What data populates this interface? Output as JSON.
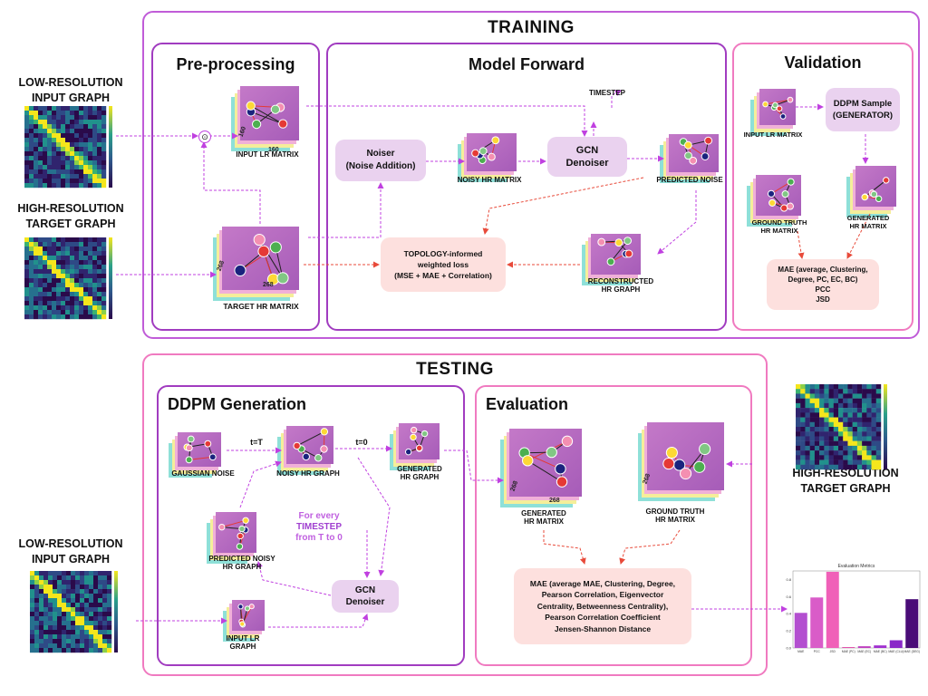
{
  "titles": {
    "training": "TRAINING",
    "testing": "TESTING",
    "preprocessing": "Pre-processing",
    "model_forward": "Model Forward",
    "validation": "Validation",
    "ddpm_generation": "DDPM Generation",
    "evaluation": "Evaluation"
  },
  "side_labels": {
    "lr_input_top": [
      "LOW-RESOLUTION",
      "INPUT GRAPH"
    ],
    "hr_target_top": [
      "HIGH-RESOLUTION",
      "TARGET GRAPH"
    ],
    "lr_input_bottom": [
      "LOW-RESOLUTION",
      "INPUT GRAPH"
    ],
    "hr_target_right": [
      "HIGH-RESOLUTION",
      "TARGET GRAPH"
    ]
  },
  "preprocessing": {
    "input_lr_matrix": "INPUT LR MATRIX",
    "target_hr_matrix": "TARGET HR MATRIX",
    "lr_dim": "160",
    "hr_dim": "268",
    "dot_operator": "⊙"
  },
  "model_forward": {
    "timestep": "TIMESTEP",
    "noiser": [
      "Noiser",
      "(Noise Addition)"
    ],
    "gcn_denoiser": [
      "GCN",
      "Denoiser"
    ],
    "noisy_hr_matrix": "NOISY HR MATRIX",
    "predicted_noise": "PREDICTED NOISE",
    "reconstructed_hr_graph": [
      "RECONSTRUCTED",
      "HR GRAPH"
    ],
    "loss": [
      "TOPOLOGY-informed",
      "weighted loss",
      "(MSE + MAE + Correlation)"
    ]
  },
  "validation": {
    "input_lr_matrix": "INPUT LR MATRIX",
    "ddpm_sample": [
      "DDPM Sample",
      "(GENERATOR)"
    ],
    "ground_truth": [
      "GROUND TRUTH",
      "HR MATRIX"
    ],
    "generated": [
      "GENERATED",
      "HR MATRIX"
    ],
    "metrics": [
      "MAE (average, Clustering,",
      "Degree, PC, EC, BC)",
      "PCC",
      "JSD"
    ]
  },
  "ddpm_generation": {
    "gaussian_noise": "GAUSSIAN NOISE",
    "t_T": "t=T",
    "noisy_hr_graph": "NOISY HR GRAPH",
    "t_0": "t=0",
    "generated_hr_graph": [
      "GENERATED",
      "HR GRAPH"
    ],
    "predicted_noisy": [
      "PREDICTED NOISY",
      "HR GRAPH"
    ],
    "loop_note": [
      "For every",
      "TIMESTEP",
      "from T to 0"
    ],
    "gcn_denoiser": [
      "GCN",
      "Denoiser"
    ],
    "input_lr_graph": [
      "INPUT LR",
      "GRAPH"
    ]
  },
  "evaluation": {
    "generated": [
      "GENERATED",
      "HR MATRIX"
    ],
    "ground_truth": [
      "GROUND TRUTH",
      "HR MATRIX"
    ],
    "hr_dim": "268",
    "metrics": [
      "MAE (average MAE, Clustering, Degree,",
      "Pearson Correlation, Eigenvector",
      "Centrality, Betweenness Centrality),",
      "Pearson Correlation Coefficient",
      "Jensen-Shannon Distance"
    ]
  },
  "chart_data": {
    "type": "bar",
    "title": "Evaluation Metrics",
    "categories": [
      "MAE",
      "PCC",
      "JSD",
      "MAE (PC)",
      "MAE (EC)",
      "MAE (BC)",
      "MAE (CLU)",
      "MAE (DEG)"
    ],
    "values": [
      0.41,
      0.59,
      0.89,
      0.01,
      0.02,
      0.03,
      0.09,
      0.57
    ],
    "colors": [
      "#b34fd0",
      "#d95cc8",
      "#f060b8",
      "#e04aa8",
      "#c040c0",
      "#a030d0",
      "#8a28c8",
      "#4a0d78"
    ],
    "ylim": [
      0,
      0.9
    ],
    "yticks": [
      0.0,
      0.2,
      0.4,
      0.6,
      0.8
    ]
  },
  "colors": {
    "purple_accent": "#c05cd8",
    "pink_accent": "#f07ac0",
    "purple_box": "#ead2ef",
    "pink_box": "#fde0de",
    "arrow_purple": "#c040e0",
    "arrow_red": "#e84a3a"
  }
}
